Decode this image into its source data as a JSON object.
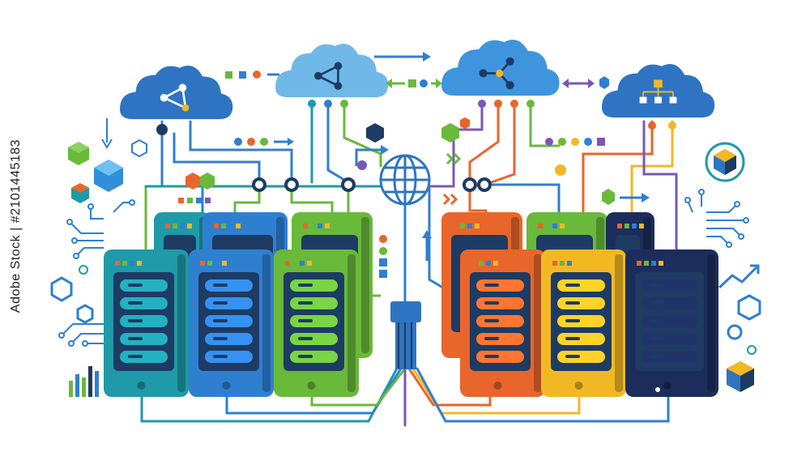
{
  "watermark": {
    "side_text": "Adobe Stock | #2101445183"
  },
  "palette": {
    "teal": "#1e9aa8",
    "blue": "#2f7fd1",
    "green": "#69b93a",
    "orange": "#e8662b",
    "yellow": "#f2b824",
    "navy": "#1c2d5c",
    "purple": "#7a57b8",
    "cloud_dark": "#2f74c2",
    "cloud_light": "#6fb8e8",
    "screen": "#1d3b63",
    "wire_blue": "#2f7fd1",
    "wire_green": "#69b93a",
    "wire_orange": "#e8662b",
    "wire_purple": "#7a57b8"
  },
  "clouds": [
    {
      "name": "cloud-triangle-network",
      "icon": "triangle-network-icon",
      "tone": "dark"
    },
    {
      "name": "cloud-share",
      "icon": "share-nodes-icon",
      "tone": "light"
    },
    {
      "name": "cloud-share-2",
      "icon": "share-nodes-icon",
      "tone": "mid"
    },
    {
      "name": "cloud-hierarchy",
      "icon": "hierarchy-icon",
      "tone": "dark"
    }
  ],
  "racks": [
    {
      "name": "rack-teal",
      "color": "teal"
    },
    {
      "name": "rack-blue",
      "color": "blue"
    },
    {
      "name": "rack-green",
      "color": "green"
    },
    {
      "name": "rack-orange",
      "color": "orange"
    },
    {
      "name": "rack-yellow",
      "color": "yellow"
    },
    {
      "name": "rack-navy",
      "color": "navy"
    }
  ],
  "hub": {
    "icon": "globe-icon"
  }
}
